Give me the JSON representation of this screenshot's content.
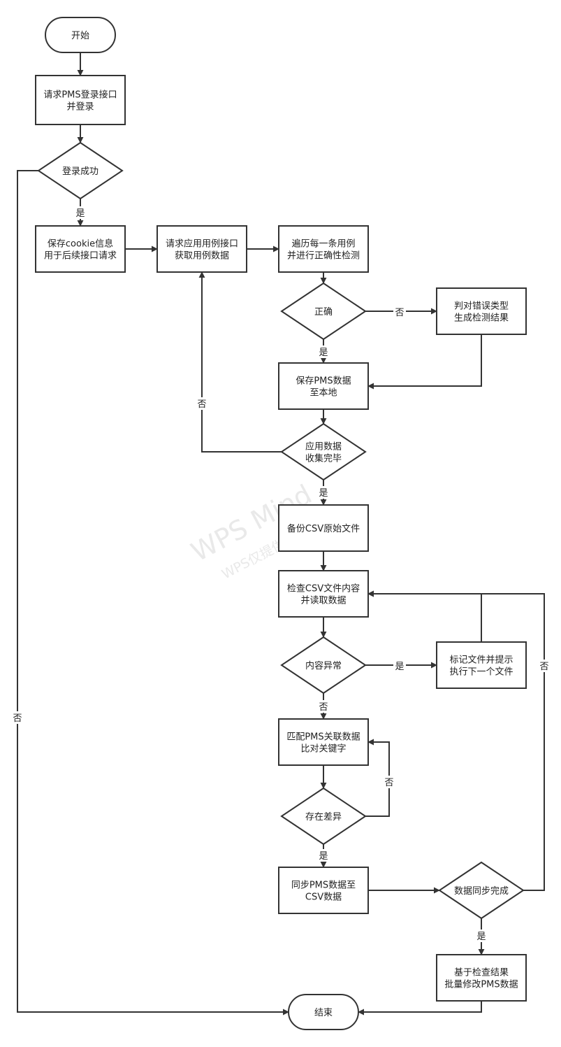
{
  "watermark": {
    "line1": "WPS Mind",
    "line2": "WPS仅提供作图能力"
  },
  "nodes": {
    "start": {
      "lines": [
        "开始"
      ]
    },
    "login": {
      "lines": [
        "请求PMS登录接口",
        "并登录"
      ]
    },
    "login_ok": {
      "lines": [
        "登录成功"
      ]
    },
    "save_cookie": {
      "lines": [
        "保存cookie信息",
        "用于后续接口请求"
      ]
    },
    "req_app": {
      "lines": [
        "请求应用用例接口",
        "获取用例数据"
      ]
    },
    "traverse": {
      "lines": [
        "遍历每一条用例",
        "并进行正确性检测"
      ]
    },
    "correct": {
      "lines": [
        "正确"
      ]
    },
    "judge_err": {
      "lines": [
        "判对错误类型",
        "生成检测结果"
      ]
    },
    "save_pms": {
      "lines": [
        "保存PMS数据",
        "至本地"
      ]
    },
    "collected": {
      "lines": [
        "应用数据",
        "收集完毕"
      ]
    },
    "backup": {
      "lines": [
        "备份CSV原始文件"
      ]
    },
    "check_csv": {
      "lines": [
        "检查CSV文件内容",
        "并读取数据"
      ]
    },
    "abnormal": {
      "lines": [
        "内容异常"
      ]
    },
    "mark_file": {
      "lines": [
        "标记文件并提示",
        "执行下一个文件"
      ]
    },
    "match": {
      "lines": [
        "匹配PMS关联数据",
        "比对关键字"
      ]
    },
    "diff": {
      "lines": [
        "存在差异"
      ]
    },
    "sync": {
      "lines": [
        "同步PMS数据至",
        "CSV数据"
      ]
    },
    "sync_done": {
      "lines": [
        "数据同步完成"
      ]
    },
    "batch": {
      "lines": [
        "基于检查结果",
        "批量修改PMS数据"
      ]
    },
    "end": {
      "lines": [
        "结束"
      ]
    }
  },
  "edge_labels": {
    "login_fail": "否",
    "login_yes": "是",
    "correct_no": "否",
    "correct_yes": "是",
    "collected_no": "否",
    "collected_yes": "是",
    "abnormal_yes": "是",
    "abnormal_no": "否",
    "diff_no": "否",
    "diff_yes": "是",
    "sync_done_no": "否",
    "sync_done_yes": "是"
  }
}
